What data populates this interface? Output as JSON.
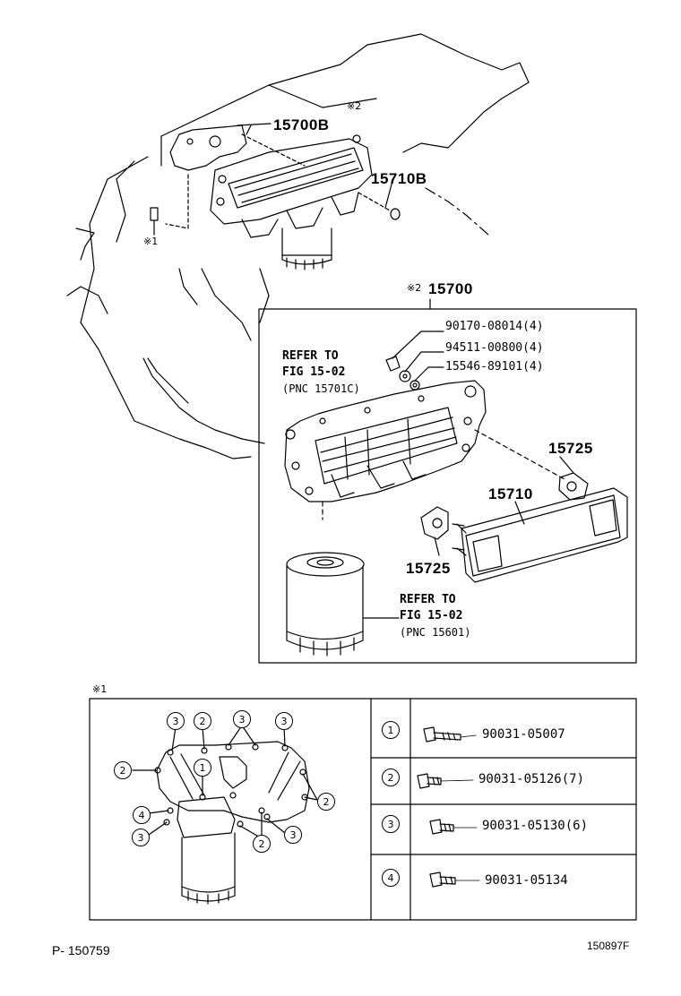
{
  "top": {
    "labels": {
      "p15700B": "15700B",
      "p15710B": "15710B",
      "mark2": "※2",
      "mark1": "※1"
    }
  },
  "box": {
    "title_mark": "※2",
    "title": "15700",
    "parts": {
      "p1": "90170-08014(4)",
      "p2": "94511-00800(4)",
      "p3": "15546-89101(4)",
      "p15725a": "15725",
      "p15710": "15710",
      "p15725b": "15725"
    },
    "refer1": {
      "line1": "REFER TO",
      "line2": "FIG 15-02",
      "line3": "(PNC 15701C)"
    },
    "refer2": {
      "line1": "REFER TO",
      "line2": "FIG 15-02",
      "line3": "(PNC 15601)"
    }
  },
  "lower": {
    "mark": "※1",
    "callouts": [
      "3",
      "2",
      "3",
      "3",
      "2",
      "1",
      "4",
      "3",
      "2",
      "3",
      "2"
    ],
    "legend": [
      {
        "num": "1",
        "part": "90031-05007"
      },
      {
        "num": "2",
        "part": "90031-05126(7)"
      },
      {
        "num": "3",
        "part": "90031-05130(6)"
      },
      {
        "num": "4",
        "part": "90031-05134"
      }
    ]
  },
  "footer": {
    "left": "P- 150759",
    "right": "150897F"
  }
}
